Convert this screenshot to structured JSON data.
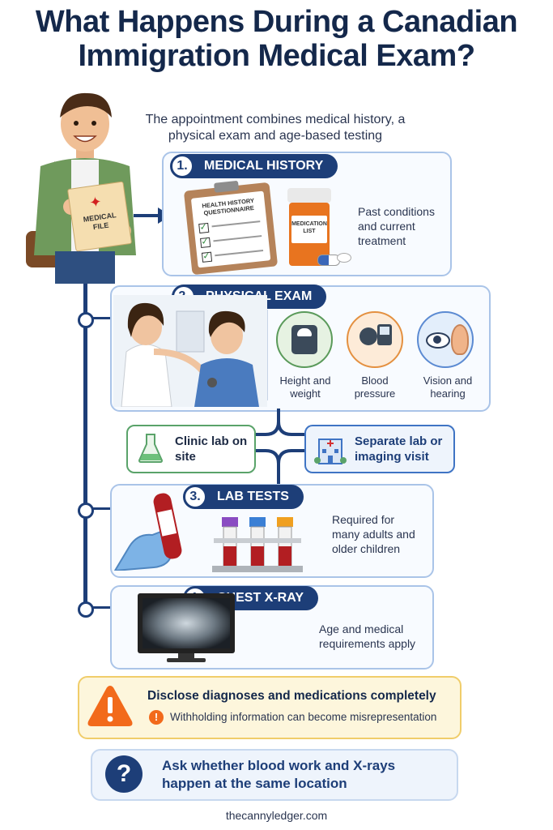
{
  "title": "What Happens During a Canadian Immigration Medical Exam?",
  "subtitle": "The appointment combines medical history, a physical exam and age-based testing",
  "person": {
    "file_label_1": "MEDICAL",
    "file_label_2": "FILE"
  },
  "steps": [
    {
      "number": "1.",
      "label": "MEDICAL HISTORY",
      "clipboard_text_1": "HEALTH HISTORY",
      "clipboard_text_2": "QUESTIONNAIRE",
      "bottle_text_1": "MEDICATION",
      "bottle_text_2": "LIST",
      "description": "Past conditions and current treatment"
    },
    {
      "number": "2.",
      "label": "PHYSICAL EXAM",
      "checks": [
        {
          "label": "Height and weight",
          "icon": "scale-icon"
        },
        {
          "label": "Blood pressure",
          "icon": "blood-pressure-icon"
        },
        {
          "label": "Vision and hearing",
          "icon": "eye-ear-icon"
        }
      ]
    },
    {
      "number": "3.",
      "label": "LAB TESTS",
      "description": "Required for many adults and older children"
    },
    {
      "number": "4.",
      "label": "CHEST X-RAY",
      "description": "Age and medical requirements apply"
    }
  ],
  "branches": {
    "onsite": "Clinic lab on site",
    "separate": "Separate lab or imaging visit"
  },
  "warning": {
    "headline": "Disclose diagnoses and medications completely",
    "detail": "Withholding information can become misrepresentation"
  },
  "question": {
    "text": "Ask whether blood work and X-rays happen at the same location"
  },
  "footer": "thecannyledger.com",
  "colors": {
    "navy": "#1d3e78",
    "card_border": "#aac4e8",
    "warning_bg": "#fdf6dc",
    "warning_icon": "#f26a1b",
    "branch_green": "#5aa36a",
    "branch_blue": "#3f74c4"
  }
}
